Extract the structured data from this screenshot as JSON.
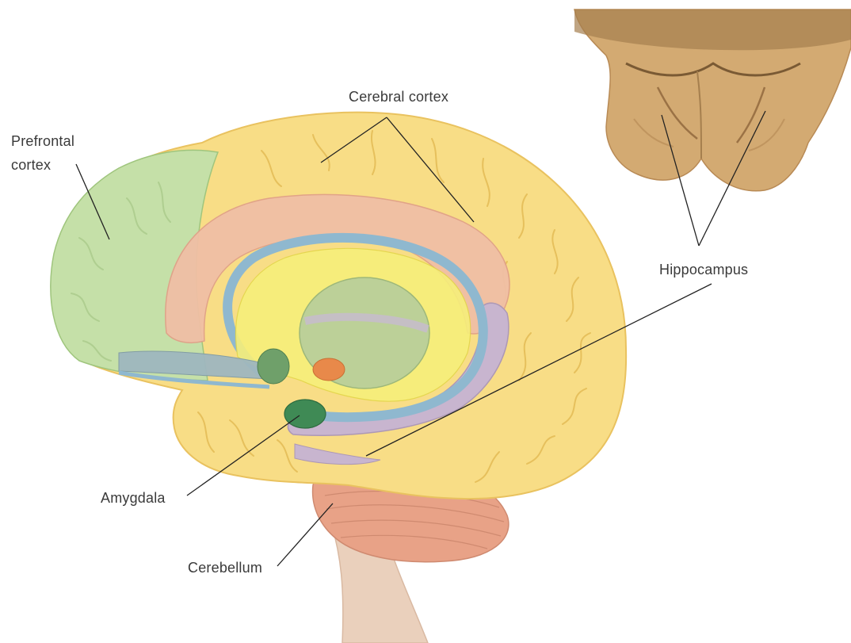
{
  "labels": {
    "prefrontal_line1": "Prefrontal",
    "prefrontal_line2": "cortex",
    "cerebral_cortex": "Cerebral cortex",
    "hippocampus": "Hippocampus",
    "amygdala": "Amygdala",
    "cerebellum": "Cerebellum"
  },
  "colors": {
    "cortex": "#f8dd86",
    "prefrontal": "#c5e0a8",
    "cingulate": "#f0bfa5",
    "fornix": "#8fb8cf",
    "thalamus": "#b9cf9a",
    "amygdala": "#3f8a55",
    "hippocampus": "#c8b5cf",
    "cerebellum": "#e8a287",
    "brainstem": "#ead0bc",
    "specimen": "#d3aa72"
  }
}
